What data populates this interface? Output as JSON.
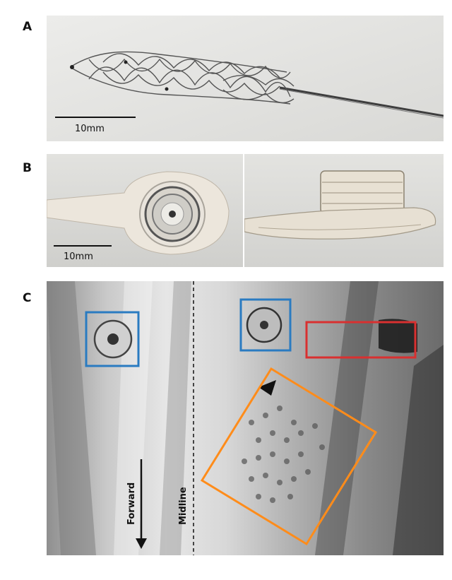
{
  "panels": {
    "a": {
      "label": "A",
      "scale_text": "10mm"
    },
    "b": {
      "label": "B",
      "scale_text": "10mm"
    },
    "c": {
      "label": "C",
      "midline_text": "Midline",
      "forward_text": "Forward",
      "colors": {
        "blue": "#2a7bc1",
        "red": "#d93030",
        "orange": "#ff8c1a"
      }
    }
  }
}
